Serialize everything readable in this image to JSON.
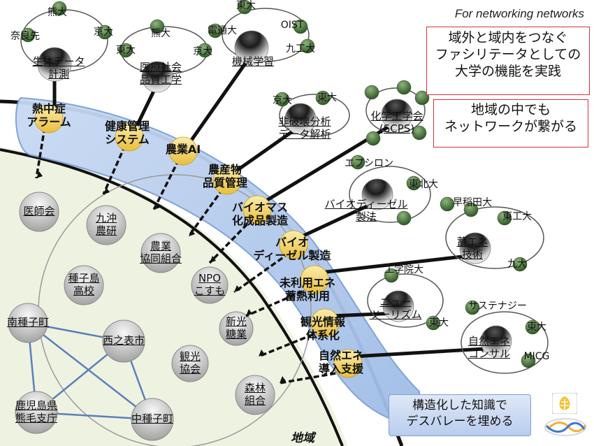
{
  "header": {
    "tagline": "For networking networks",
    "message_1": "域外と域内をつなぐ\nファシリテータとしての\n大学の機能を実践",
    "message_2": "地域の中でも\nネットワークが繋がる"
  },
  "region_label": "地域",
  "bottom_banner": "構造化した知識で\nデスバレーを埋める",
  "activities": [
    "熱中症\nアラーム",
    "健康管理\nシステム",
    "農業AI",
    "農産物\n品質管理",
    "バイオマス\n化成品製造",
    "バイオ\nディーゼル製造",
    "未利用エネ\n蓄熱利用",
    "観光情報\n体系化",
    "自然エネ\n導入支援"
  ],
  "external_hubs": {
    "body_data": "生体データ\n計測",
    "medical_quality": "医療社会\n品質工学",
    "mechanical": "機械学習",
    "ndt": "非破壊分析\nデータ解析",
    "scps": "化学工学会\n(SCPS)",
    "biodiesel_method": "バイオディーゼル\n製法",
    "heat_storage": "蓄エネ\n技術",
    "new_tourism": "ニュー\nツーリズム",
    "natural_energy": "自然エネ\nコンサル"
  },
  "satellites": {
    "body_data": [
      "熊大",
      "京大",
      "奈良先"
    ],
    "medical_quality": [
      "熊大",
      "東大",
      "京大"
    ],
    "mechanical": [
      "東大",
      "電通大",
      "OIST",
      "九工大"
    ],
    "ndt": [
      "京大",
      "東大"
    ],
    "biodiesel_method": [
      "エプシロン",
      "東北大"
    ],
    "heat_storage": [
      "早稲田大",
      "東工大",
      "九大"
    ],
    "new_tourism": [
      "工学院大",
      "東大"
    ],
    "natural_energy": [
      "サステナジー",
      "東大",
      "MICG"
    ]
  },
  "local_nodes": {
    "doctors": "医師会",
    "kyuoki": "九沖\n農研",
    "ja": "農業\n協同組合",
    "npo": "NPO\nこすも",
    "tanegashima_hs": "種子島\n高校",
    "minami": "南種子町",
    "nishinoomote": "西之表市",
    "kanko": "観光\n協会",
    "shinko": "新光\n糖業",
    "shinrin": "森林\n組合",
    "kagoshima": "鹿児島県\n熊毛支庁",
    "naka": "中種子町"
  },
  "colors": {
    "activity_gold": "#f3d35a",
    "band_blue": "#aec6ea",
    "region_green": "#eef2e1",
    "satellite_green": "#3f6c33",
    "box_border": "#d0343a",
    "link_blue": "#5a80b8"
  }
}
